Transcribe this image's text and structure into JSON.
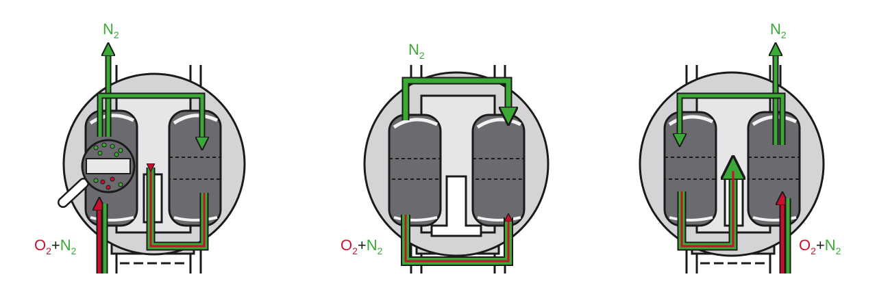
{
  "labels": {
    "n2": "N",
    "o2": "O",
    "plus": "+",
    "sub2": "2"
  },
  "colors": {
    "nitrogen": "#3aa935",
    "oxygen": "#c8102e",
    "tank": "#6b6b6f",
    "tank_highlight": "#f2f2f2",
    "chamber": "#d4d4d6",
    "outline": "#1a1a1a",
    "background": "#ffffff"
  },
  "panels": [
    {
      "id": "left",
      "step": "adsorption-left-tank"
    },
    {
      "id": "middle",
      "step": "pressure-equalization"
    },
    {
      "id": "right",
      "step": "adsorption-right-tank"
    }
  ]
}
